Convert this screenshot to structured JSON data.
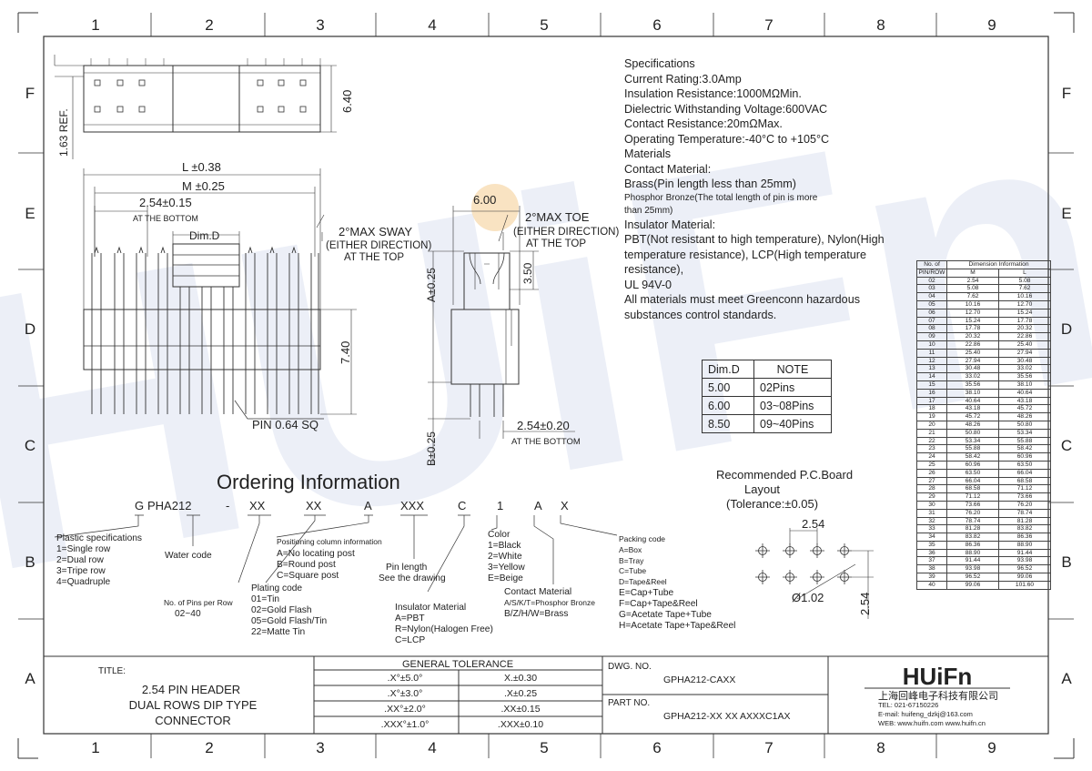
{
  "grid": {
    "columns": [
      "1",
      "2",
      "3",
      "4",
      "5",
      "6",
      "7",
      "8",
      "9"
    ],
    "rows": [
      "F",
      "E",
      "D",
      "C",
      "B",
      "A"
    ]
  },
  "drawing": {
    "dims": {
      "ref_163": "1.63 REF.",
      "h_640": "6.40",
      "l_038": "L ±0.38",
      "m_025": "M ±0.25",
      "p_254_015": "2.54±0.15",
      "at_bottom": "AT THE BOTTOM",
      "dim_d": "Dim.D",
      "sway_1": "2°MAX SWAY",
      "sway_2": "(EITHER DIRECTION)",
      "sway_3": "AT THE TOP",
      "h_740": "7.40",
      "pin_sq": "PIN 0.64 SQ",
      "w_600": "6.00",
      "toe_1": "2°MAX TOE",
      "toe_2": "(EITHER DIRECTION)",
      "toe_3": "AT THE TOP",
      "a_025": "A±0.25",
      "h_350": "3.50",
      "b_025": "B±0.25",
      "p_254_020": "2.54±0.20",
      "at_bottom2": "AT THE BOTTOM"
    },
    "pcb": {
      "title_1": "Recommended P.C.Board",
      "title_2": "Layout",
      "title_3": "(Tolerance:±0.05)",
      "pitch_h": "2.54",
      "pitch_v": "2.54",
      "hole": "Ø1.02"
    }
  },
  "specifications": {
    "lines": [
      "Specifications",
      "Current Rating:3.0Amp",
      "Insulation Resistance:1000MΩMin.",
      "Dielectric Withstanding Voltage:600VAC",
      "Contact Resistance:20mΩMax.",
      "Operating Temperature:-40°C to +105°C",
      "Materials",
      "Contact Material:",
      "Brass(Pin length less than 25mm)"
    ],
    "small_1": "Phosphor Bronze(The total length of pin is more",
    "small_2": "than 25mm)",
    "lines2": [
      "Insulator Material:",
      "PBT(Not resistant to high temperature),  Nylon(High",
      "temperature resistance), LCP(High temperature",
      "resistance),",
      "UL 94V-0",
      "All materials must meet Greenconn hazardous",
      "substances control standards."
    ]
  },
  "note_table": {
    "headers": [
      "Dim.D",
      "NOTE"
    ],
    "rows": [
      [
        "5.00",
        "02Pins"
      ],
      [
        "6.00",
        "03~08Pins"
      ],
      [
        "8.50",
        "09~40Pins"
      ]
    ]
  },
  "dimension_table": {
    "header_left_1": "No. of",
    "header_left_2": "PIN/ROW",
    "header_group": "Dimension Information",
    "col_m": "M",
    "col_l": "L",
    "rows": [
      [
        "02",
        "2.54",
        "5.08"
      ],
      [
        "03",
        "5.08",
        "7.62"
      ],
      [
        "04",
        "7.62",
        "10.16"
      ],
      [
        "05",
        "10.16",
        "12.70"
      ],
      [
        "06",
        "12.70",
        "15.24"
      ],
      [
        "07",
        "15.24",
        "17.78"
      ],
      [
        "08",
        "17.78",
        "20.32"
      ],
      [
        "09",
        "20.32",
        "22.86"
      ],
      [
        "10",
        "22.86",
        "25.40"
      ],
      [
        "11",
        "25.40",
        "27.94"
      ],
      [
        "12",
        "27.94",
        "30.48"
      ],
      [
        "13",
        "30.48",
        "33.02"
      ],
      [
        "14",
        "33.02",
        "35.56"
      ],
      [
        "15",
        "35.56",
        "38.10"
      ],
      [
        "16",
        "38.10",
        "40.64"
      ],
      [
        "17",
        "40.64",
        "43.18"
      ],
      [
        "18",
        "43.18",
        "45.72"
      ],
      [
        "19",
        "45.72",
        "48.26"
      ],
      [
        "20",
        "48.26",
        "50.80"
      ],
      [
        "21",
        "50.80",
        "53.34"
      ],
      [
        "22",
        "53.34",
        "55.88"
      ],
      [
        "23",
        "55.88",
        "58.42"
      ],
      [
        "24",
        "58.42",
        "60.96"
      ],
      [
        "25",
        "60.96",
        "63.50"
      ],
      [
        "26",
        "63.50",
        "66.04"
      ],
      [
        "27",
        "66.04",
        "68.58"
      ],
      [
        "28",
        "68.58",
        "71.12"
      ],
      [
        "29",
        "71.12",
        "73.66"
      ],
      [
        "30",
        "73.66",
        "76.20"
      ],
      [
        "31",
        "76.20",
        "78.74"
      ],
      [
        "32",
        "78.74",
        "81.28"
      ],
      [
        "33",
        "81.28",
        "83.82"
      ],
      [
        "34",
        "83.82",
        "86.36"
      ],
      [
        "35",
        "86.36",
        "88.90"
      ],
      [
        "36",
        "88.90",
        "91.44"
      ],
      [
        "37",
        "91.44",
        "93.98"
      ],
      [
        "38",
        "93.98",
        "96.52"
      ],
      [
        "39",
        "96.52",
        "99.06"
      ],
      [
        "40",
        "99.06",
        "101.60"
      ]
    ]
  },
  "ordering": {
    "title": "Ordering Information",
    "code": [
      "G",
      "PHA212",
      "-",
      "XX",
      "XX",
      "A",
      "XXX",
      "C",
      "1",
      "A",
      "X"
    ],
    "plastic": [
      "Plastic specifications",
      "1=Single row",
      "2=Dual row",
      "3=Tripe row",
      "4=Quadruple"
    ],
    "water": "Water code",
    "pins": [
      "No. of Pins per Row",
      "02~40"
    ],
    "plating": [
      "Plating code",
      "01=Tin",
      "02=Gold Flash",
      "05=Gold Flash/Tin",
      "22=Matte Tin"
    ],
    "position": [
      "Positioning column information",
      "A=No locating post",
      "B=Round post",
      "C=Square post"
    ],
    "pinlen": [
      "Pin length",
      "See the drawing"
    ],
    "insulator": [
      "Insulator Material",
      "A=PBT",
      "R=Nylon(Halogen Free)",
      "C=LCP"
    ],
    "color": [
      "Color",
      "1=Black",
      "2=White",
      "3=Yellow",
      "E=Beige"
    ],
    "contact": [
      "Contact Material",
      "A/S/K/T=Phosphor Bronze",
      "B/Z/H/W=Brass"
    ],
    "packing": [
      "Packing code",
      "A=Box",
      "B=Tray",
      "C=Tube",
      "D=Tape&Reel",
      "E=Cap+Tube",
      "F=Cap+Tape&Reel",
      "G=Acetate Tape+Tube",
      "H=Acetate Tape+Tape&Reel"
    ]
  },
  "title_block": {
    "title_label": "TITLE:",
    "title_lines": [
      "2.54 PIN HEADER",
      "DUAL ROWS DIP TYPE",
      "CONNECTOR"
    ],
    "tolerance_header": "GENERAL TOLERANCE",
    "tolerance": [
      [
        ".X°±5.0°",
        "X.±0.30"
      ],
      [
        ".X°±3.0°",
        ".X±0.25"
      ],
      [
        ".XX°±2.0°",
        ".XX±0.15"
      ],
      [
        ".XXX°±1.0°",
        ".XXX±0.10"
      ]
    ],
    "dwg_label": "DWG. NO.",
    "dwg_no": "GPHA212-CAXX",
    "part_label": "PART NO.",
    "part_no": "GPHA212-XX XX AXXXC1AX",
    "logo": "HUiFn",
    "company": "上海回峰电子科技有限公司",
    "tel": "TEL: 021-67150226",
    "email": "E-mail: huifeng_dzkj@163.com",
    "web": "WEB: www.huifn.com  www.huifn.cn"
  },
  "watermark": "HUiFn"
}
